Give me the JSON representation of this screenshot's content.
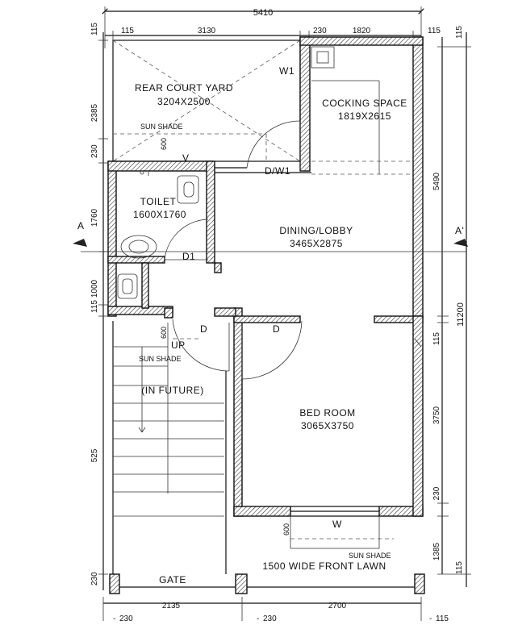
{
  "rooms": {
    "rear_court_yard": {
      "name": "REAR COURT YARD",
      "size": "3204X2500"
    },
    "cooking_space": {
      "name": "COCKING SPACE",
      "size": "1819X2615"
    },
    "toilet": {
      "name": "TOILET",
      "size": "1600X1760"
    },
    "dining_lobby": {
      "name": "DINING/LOBBY",
      "size": "3465X2875"
    },
    "bed_room": {
      "name": "BED ROOM",
      "size": "3065X3750"
    },
    "front_lawn": {
      "name": "1500 WIDE FRONT LAWN"
    }
  },
  "labels": {
    "w1": "W1",
    "dw1": "D/W1",
    "d1": "D1",
    "v": "V",
    "d_left": "D",
    "d_right": "D",
    "w": "W",
    "up": "UP",
    "in_future": "(IN FUTURE)",
    "sun_shade_top": "SUN SHADE",
    "sun_shade_stair": "SUN SHADE",
    "sun_shade_bottom": "SUN SHADE",
    "gate": "GATE",
    "section_a_left": "A",
    "section_a_right": "A'",
    "v600_top": "600",
    "v600_stair": "600",
    "v600_window": "600"
  },
  "dimensions": {
    "top_total": "5410",
    "top_115_left": "115",
    "top_3130": "3130",
    "top_230": "230",
    "top_1820": "1820",
    "top_115_right": "115",
    "left_115_top": "115",
    "left_2385": "2385",
    "left_230": "230",
    "left_1760": "1760",
    "left_1000": "1000",
    "left_115_mid": "115",
    "left_525": "525",
    "left_230_bottom": "230",
    "right_115_top": "115",
    "right_5490": "5490",
    "right_11200": "11200",
    "right_115_mid": "115",
    "right_3750": "3750",
    "right_230": "230",
    "right_1385": "1385",
    "right_115_bottom": "115",
    "bottom_2135": "2135",
    "bottom_2700": "2700",
    "bottom_230_left": "230",
    "bottom_230_mid": "230",
    "bottom_115_right": "115"
  }
}
